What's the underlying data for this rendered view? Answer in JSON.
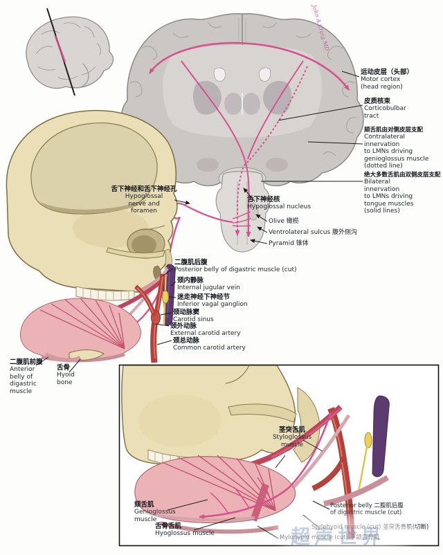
{
  "signature": "John A.Craig MD",
  "watermark": "超声世界",
  "colors": {
    "pathway_pink": "#d6528f",
    "artery_red": "#b5423a",
    "vein_purple": "#5d3a70",
    "nerve_yellow": "#e3c250",
    "bone": "#eadfb7",
    "brain_gray": "#cbc7c4",
    "muscle_pink": "#ebb3b6"
  },
  "brain_labels": {
    "motor_cortex": {
      "zh": "运动皮层（头部）",
      "en": "Motor cortex\n(head region)"
    },
    "corticobulbar": {
      "zh": "皮质核束",
      "en": "Corticobulbar\ntract"
    },
    "contralateral": {
      "zh": "颏舌肌由对侧皮层支配",
      "en": "Contralateral\ninnervation\nto LMNs driving\ngenioglossus muscle\n(dotted line)"
    },
    "bilateral": {
      "zh": "绝大多数舌肌由双侧皮层支配",
      "en": "Bilateral\ninnervation\nto LMNs driving\ntongue muscles\n(solid lines)"
    },
    "hypoglossal_nerve": {
      "zh": "舌下神经和舌下神经孔",
      "en": "Hypoglossal\nnerve and\nforamen"
    },
    "hypoglossal_nucleus": {
      "zh": "舌下神经核",
      "en": "Hypoglossal nucleus"
    },
    "olive": {
      "text": "Olive 橄榄"
    },
    "ventrolateral_sulcus": {
      "text": "Ventrolateral sulcus 腹外侧沟"
    },
    "pyramid": {
      "text": "Pyramid 锥体"
    }
  },
  "neck_labels": {
    "posterior_digastric": {
      "zh": "二腹肌后腹",
      "en": "Posterior belly of digastric muscle (cut)"
    },
    "internal_jugular": {
      "zh": "颈内静脉",
      "en": "Internal jugular vein"
    },
    "inferior_vagal_ganglion": {
      "zh": "迷走神经下神经节",
      "en": "Inferior vagal ganglion"
    },
    "carotid_sinus": {
      "zh": "颈动脉窦",
      "en": "Carotid sinus"
    },
    "external_carotid": {
      "zh": "颈外动脉",
      "en": "External carotid artery"
    },
    "common_carotid": {
      "zh": "颈总动脉",
      "en": "Common carotid artery"
    },
    "anterior_digastric": {
      "zh": "二腹肌前腹",
      "en": "Anterior\nbelly of\ndigastric\nmuscle"
    },
    "hyoid": {
      "zh": "舌骨",
      "en": "Hyoid\nbone"
    }
  },
  "inset_labels": {
    "styloglossus": {
      "zh": "茎突舌肌",
      "en": "Styloglossus\nmuscle"
    },
    "genioglossus": {
      "zh": "颏舌肌",
      "en": "Genioglossus\nmuscle"
    },
    "hyoglossus": {
      "zh": "舌骨舌肌",
      "en": "Hyoglossus muscle"
    },
    "posterior_digastric": {
      "text": "Posterior belly 二腹肌后腹\nof digastric muscle (cut)"
    },
    "stylohyoid": {
      "text": "Stylohyoid muscle (cut) 茎突舌骨肌(切断)"
    },
    "mylohyoid": {
      "text": "Mylohyoid muscle (cut) 下颌舌骨肌"
    }
  }
}
